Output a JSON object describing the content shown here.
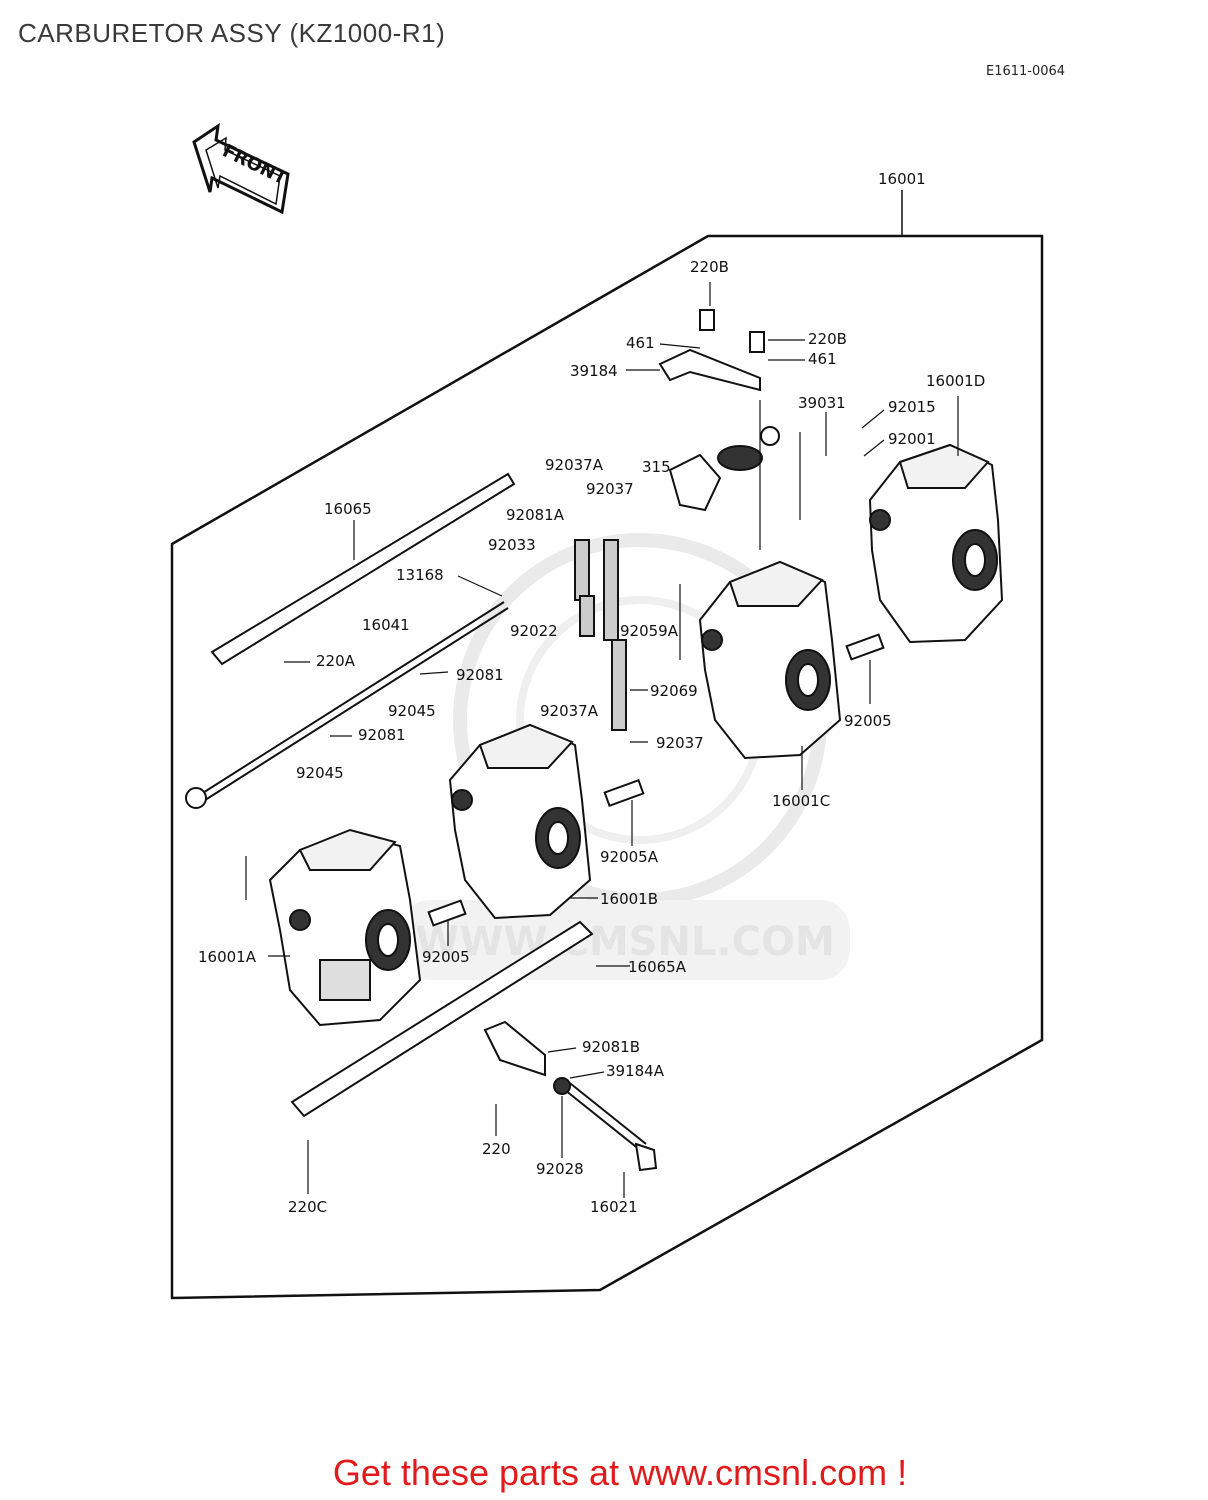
{
  "title": "CARBURETOR ASSY (KZ1000-R1)",
  "diagram_code": "E1611-0064",
  "front_label": "FRONT",
  "watermark": "WWW.CMSNL.COM",
  "part_labels": {
    "assy": "16001",
    "bolt_220b_top": "220B",
    "washer_461_left": "461",
    "bolt_220b_right": "220B",
    "washer_461_right": "461",
    "bracket_39184": "39184",
    "cap_39031": "39031",
    "carb_16001d": "16001D",
    "spring_92015": "92015",
    "plug_92001": "92001",
    "ring_92037a_top": "92037A",
    "lever_315": "315",
    "ring_92037_top": "92037",
    "shaft_16065": "16065",
    "clip_92081a": "92081A",
    "spring_92033": "92033",
    "lever_13168": "13168",
    "washer_92022": "92022",
    "pipe_92059a": "92059A",
    "rod_16041": "16041",
    "bolt_220a": "220A",
    "clip_92081_upper": "92081",
    "pipe_92069": "92069",
    "carb_92005_right": "92005",
    "collar_92045_upper": "92045",
    "ring_92037a_lower": "92037A",
    "clip_92081_lower": "92081",
    "ring_92037_lower": "92037",
    "collar_92045_lower": "92045",
    "carb_16001c": "16001C",
    "joint_92005a": "92005A",
    "carb_16001b": "16001B",
    "carb_16001a": "16001A",
    "joint_92005_left": "92005",
    "plate_16065a": "16065A",
    "clip_92081b": "92081B",
    "bracket_39184a": "39184A",
    "screw_220": "220",
    "spring_92028": "92028",
    "screw_220c": "220C",
    "bolt_16021": "16021"
  },
  "footer": {
    "cta": "Get these parts at www.cmsnl.com !"
  },
  "colors": {
    "line": "#111111",
    "cta": "#e11b1b",
    "watermark": "#d9d9d9"
  }
}
